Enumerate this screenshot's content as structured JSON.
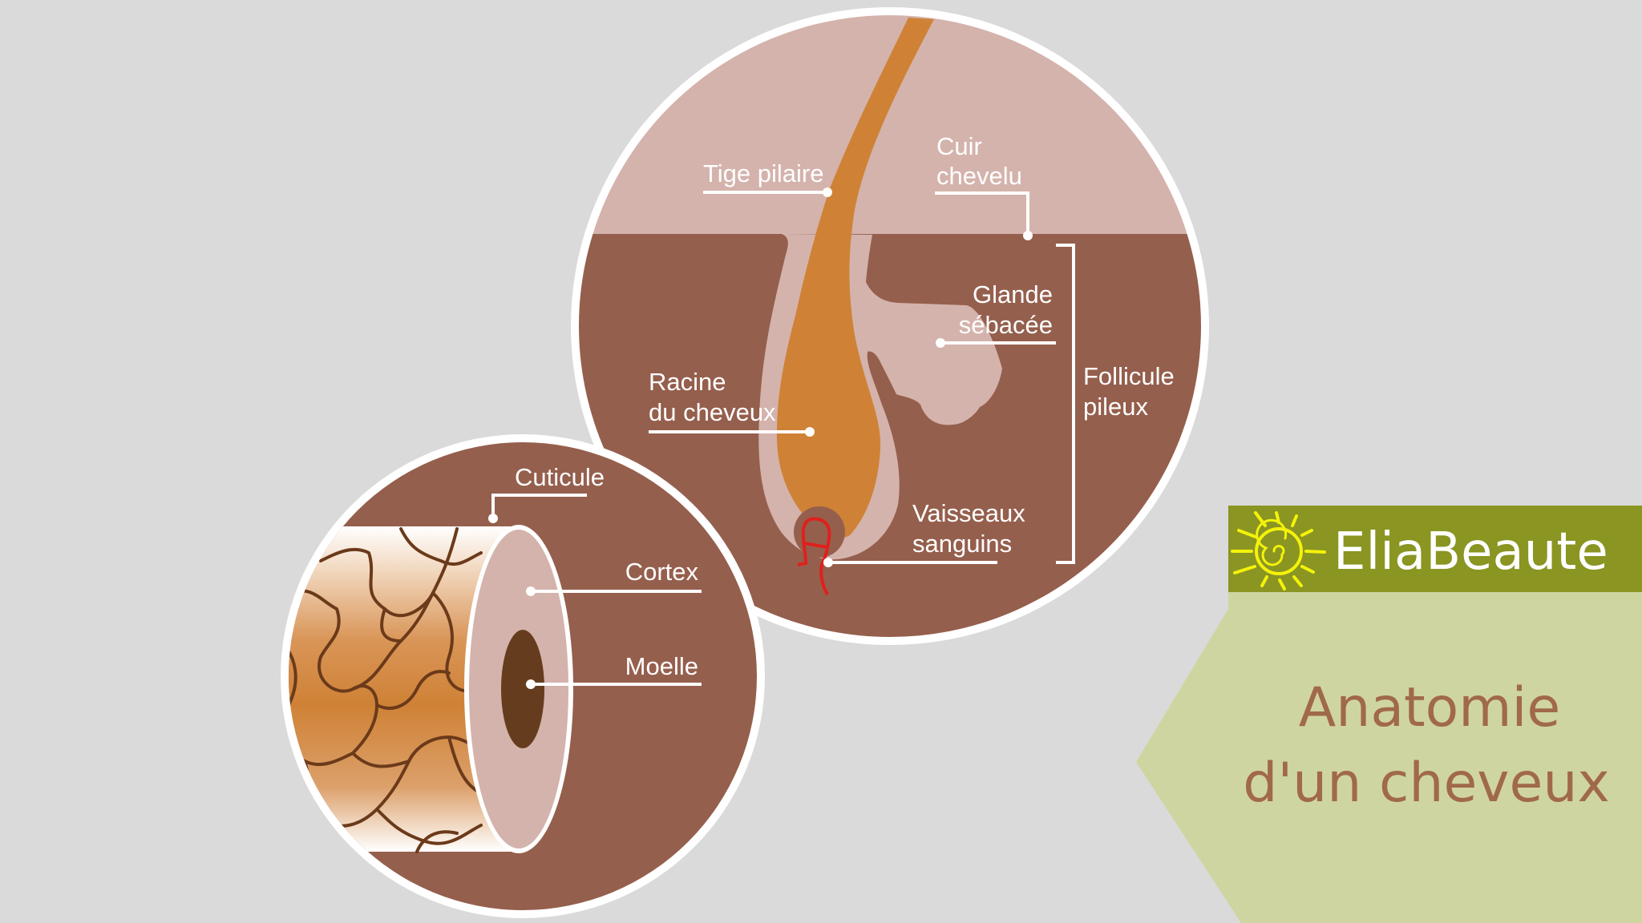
{
  "colors": {
    "background": "#dadada",
    "skin_surface": "#d4b3ac",
    "dermis": "#955f4d",
    "hair": "#cf8236",
    "medulla": "#653d1e",
    "vessel": "#e0201c",
    "banner": "#8a9522",
    "panel": "#cfd5a0",
    "title": "#a0694a",
    "sun": "#f4f20a"
  },
  "follicle_diagram": {
    "labels": {
      "tige": "Tige pilaire",
      "cuir_1": "Cuir",
      "cuir_2": "chevelu",
      "glande_1": "Glande",
      "glande_2": "sébacée",
      "follicule_1": "Follicule",
      "follicule_2": "pileux",
      "racine_1": "Racine",
      "racine_2": "du cheveux",
      "vaisseaux_1": "Vaisseaux",
      "vaisseaux_2": "sanguins"
    }
  },
  "cross_section": {
    "labels": {
      "cuticule": "Cuticule",
      "cortex": "Cortex",
      "moelle": "Moelle"
    }
  },
  "brand": {
    "name": "EliaBeaute",
    "logo_icon": "sun-spiral-icon"
  },
  "title": {
    "line1": "Anatomie",
    "line2": "d'un cheveux"
  }
}
